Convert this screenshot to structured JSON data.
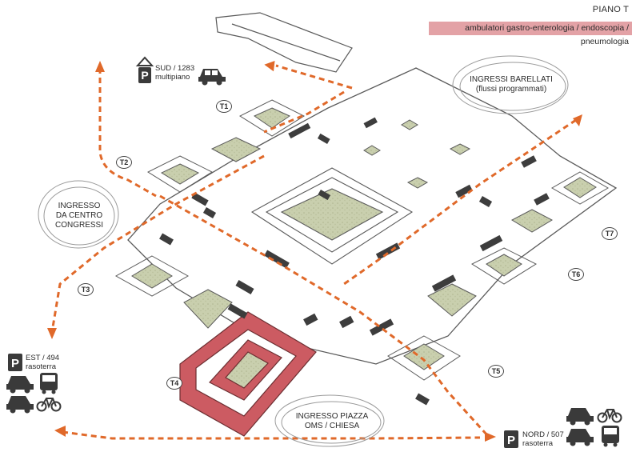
{
  "header": {
    "floor": "PIANO T",
    "subtitle": "ambulatori gastro-enterologia / endoscopia / pneumologia"
  },
  "entrances": {
    "barellati_line1": "INGRESSI BARELLATI",
    "barellati_line2": "(flussi programmati)",
    "congressi_line1": "INGRESSO",
    "congressi_line2": "DA CENTRO",
    "congressi_line3": "CONGRESSI",
    "piazza_line1": "INGRESSO PIAZZA",
    "piazza_line2": "OMS / CHIESA"
  },
  "towers": {
    "t1": "T1",
    "t2": "T2",
    "t3": "T3",
    "t4": "T4",
    "t5": "T5",
    "t6": "T6",
    "t7": "T7"
  },
  "parking": {
    "sud_line1": "SUD / 1283",
    "sud_line2": "multipiano",
    "est_line1": "EST / 494",
    "est_line2": "rasoterra",
    "nord_line1": "NORD / 507",
    "nord_line2": "rasoterra",
    "p_letter": "P"
  },
  "colors": {
    "highlight": "#e3a2a6",
    "tower_fill": "#cc5b62",
    "arrow": "#e0692a",
    "court": "#c9cfae",
    "slab": "#3d3d3d"
  },
  "icons": [
    "car-icon",
    "bus-icon",
    "bicycle-icon",
    "parking-icon"
  ]
}
